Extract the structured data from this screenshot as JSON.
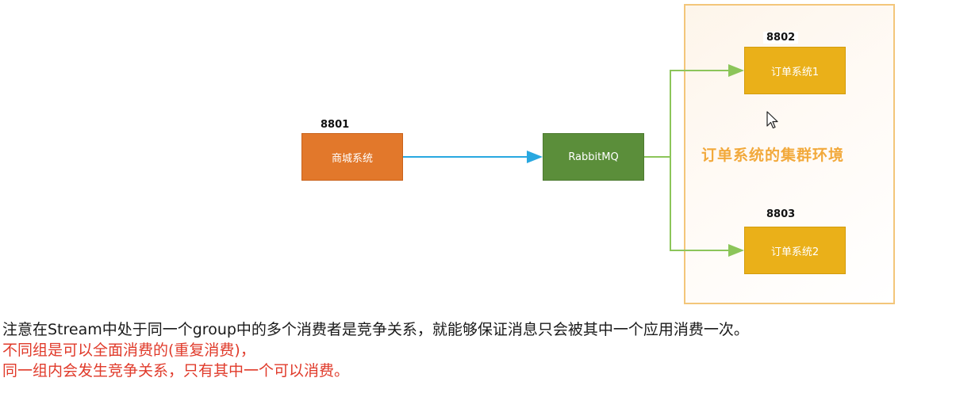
{
  "diagram": {
    "mall_system": {
      "port": "8801",
      "label": "商城系统"
    },
    "broker": {
      "label": "RabbitMQ"
    },
    "order_system_1": {
      "port": "8802",
      "label": "订单系统1"
    },
    "order_system_2": {
      "port": "8803",
      "label": "订单系统2"
    },
    "cluster": {
      "label": "订单系统的集群环境"
    },
    "colors": {
      "mall_box": "#e2782b",
      "broker_box": "#5b8e3a",
      "order_box": "#eab019",
      "cluster_border": "#f3c67a",
      "cluster_label": "#f2a93b",
      "arrow_blue": "#29a8e0",
      "arrow_green": "#8cc55a"
    }
  },
  "notes": {
    "line1": "注意在Stream中处于同一个group中的多个消费者是竞争关系，就能够保证消息只会被其中一个应用消费一次。",
    "line2": "不同组是可以全面消费的(重复消费)，",
    "line3": "同一组内会发生竞争关系，只有其中一个可以消费。"
  }
}
